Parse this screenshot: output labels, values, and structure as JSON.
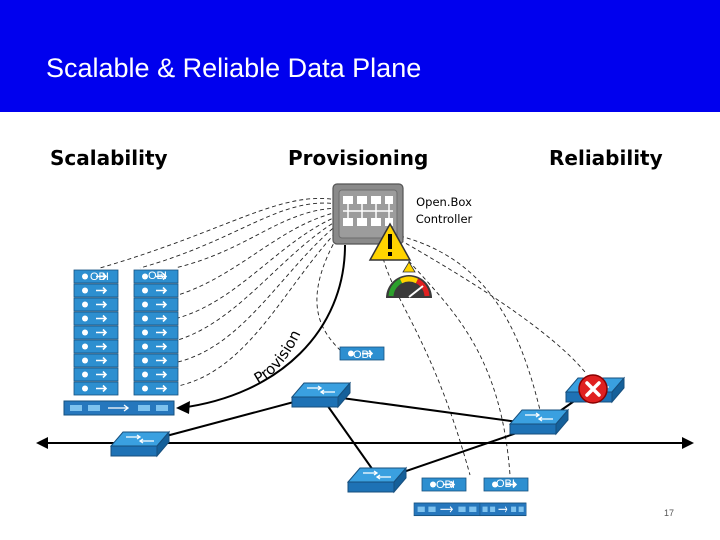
{
  "slide": {
    "title": "Scalable & Reliable Data Plane",
    "page_number": "17"
  },
  "columns": {
    "scalability": "Scalability",
    "provisioning": "Provisioning",
    "reliability": "Reliability"
  },
  "controller": {
    "label": "Open.Box Controller"
  },
  "obi": {
    "label": "OBI"
  },
  "provision_arc": {
    "text": "Provision"
  },
  "colors": {
    "title_bar": "#0000ee",
    "device_blue": "#2d8fd0",
    "controller_gray": "#8a8a8a",
    "failure_red": "#e02020",
    "warning_yellow": "#ffd400"
  }
}
